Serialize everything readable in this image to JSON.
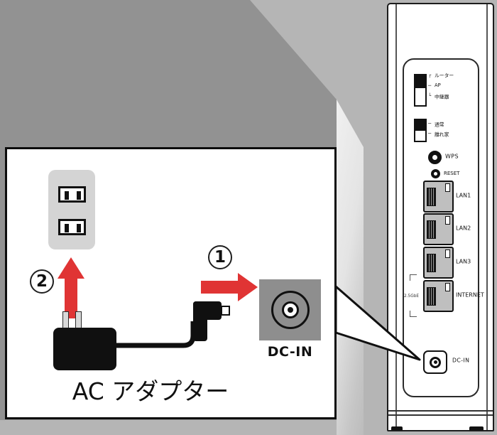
{
  "diagram": {
    "steps": {
      "first": "1",
      "second": "2"
    },
    "inset": {
      "adapter_label": "AC アダプター",
      "dc_in_label": "DC-IN"
    },
    "router_panel": {
      "mode_switch": {
        "brackets": [
          "┌",
          "─",
          "└"
        ],
        "labels": [
          "ルーター",
          "AP",
          "中継器"
        ]
      },
      "sub_switch": {
        "dash": "─",
        "labels": [
          "通常",
          "離れ家"
        ]
      },
      "wps_label": "WPS",
      "reset_label": "RESET",
      "ports": [
        {
          "label": "LAN1"
        },
        {
          "label": "LAN2"
        },
        {
          "label": "LAN3"
        },
        {
          "label": "INTERNET"
        }
      ],
      "internet_speed_label": "2.5GbE",
      "dc_in_label": "DC-IN"
    },
    "colors": {
      "wall-dark": "#929292",
      "wall-mid": "#b5b5b5",
      "outlet-gray": "#d4d4d4",
      "jack-gray": "#8e8e8e",
      "arrow-red": "#e03434"
    }
  }
}
